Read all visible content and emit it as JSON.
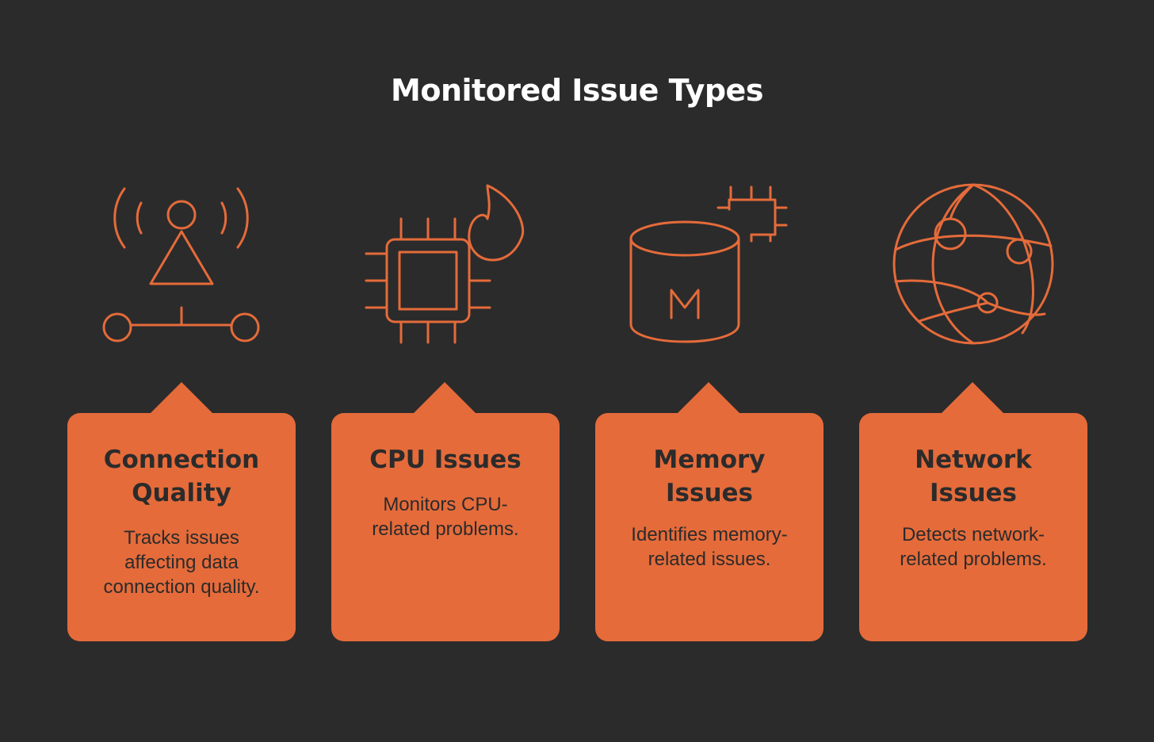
{
  "title": "Monitored Issue Types",
  "accent_color": "#e56b3a",
  "background_color": "#2b2b2b",
  "items": [
    {
      "icon": "signal-tower-icon",
      "title": "Connection Quality",
      "description": "Tracks issues affecting data connection quality."
    },
    {
      "icon": "cpu-fire-icon",
      "title": "CPU Issues",
      "description": "Monitors CPU-related problems."
    },
    {
      "icon": "memory-database-icon",
      "title": "Memory Issues",
      "description": "Identifies memory-related issues.",
      "icon_letter": "M"
    },
    {
      "icon": "network-globe-icon",
      "title": "Network Issues",
      "description": "Detects network-related problems."
    }
  ]
}
